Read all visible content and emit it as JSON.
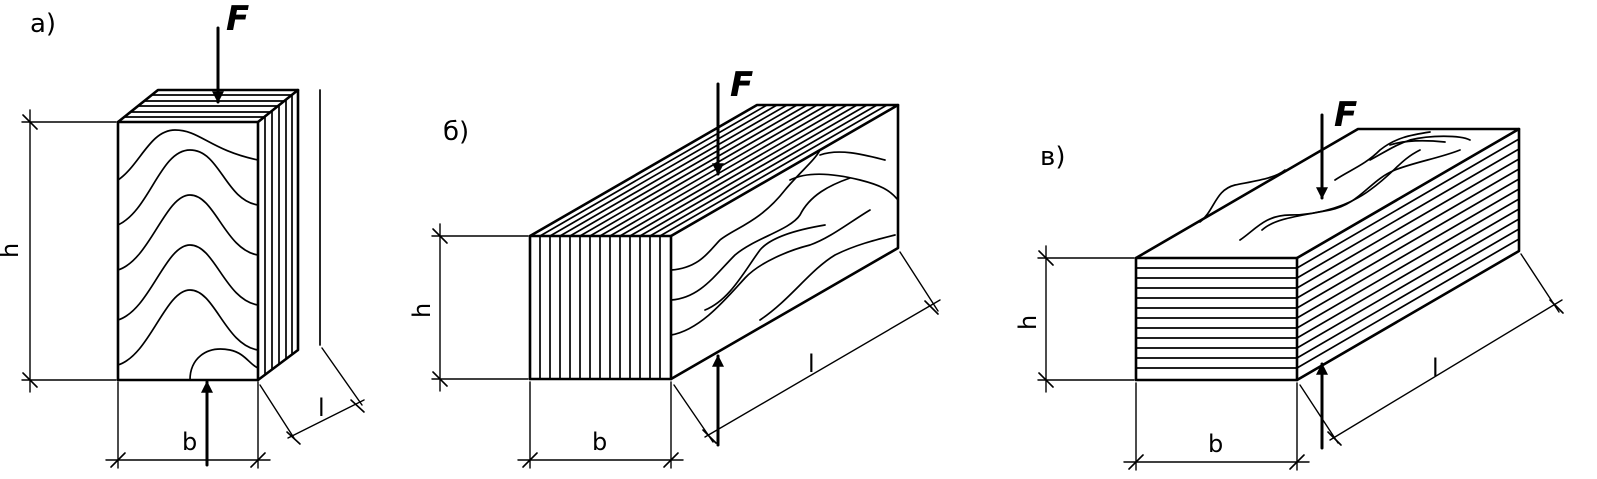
{
  "figures": [
    {
      "id": "a",
      "label": "а)",
      "force": "F",
      "dims": {
        "height": "h",
        "width": "b",
        "length": "l"
      }
    },
    {
      "id": "b",
      "label": "б)",
      "force": "F",
      "dims": {
        "height": "h",
        "width": "b",
        "length": "l"
      }
    },
    {
      "id": "c",
      "label": "в)",
      "force": "F",
      "dims": {
        "height": "h",
        "width": "b",
        "length": "l"
      }
    }
  ]
}
